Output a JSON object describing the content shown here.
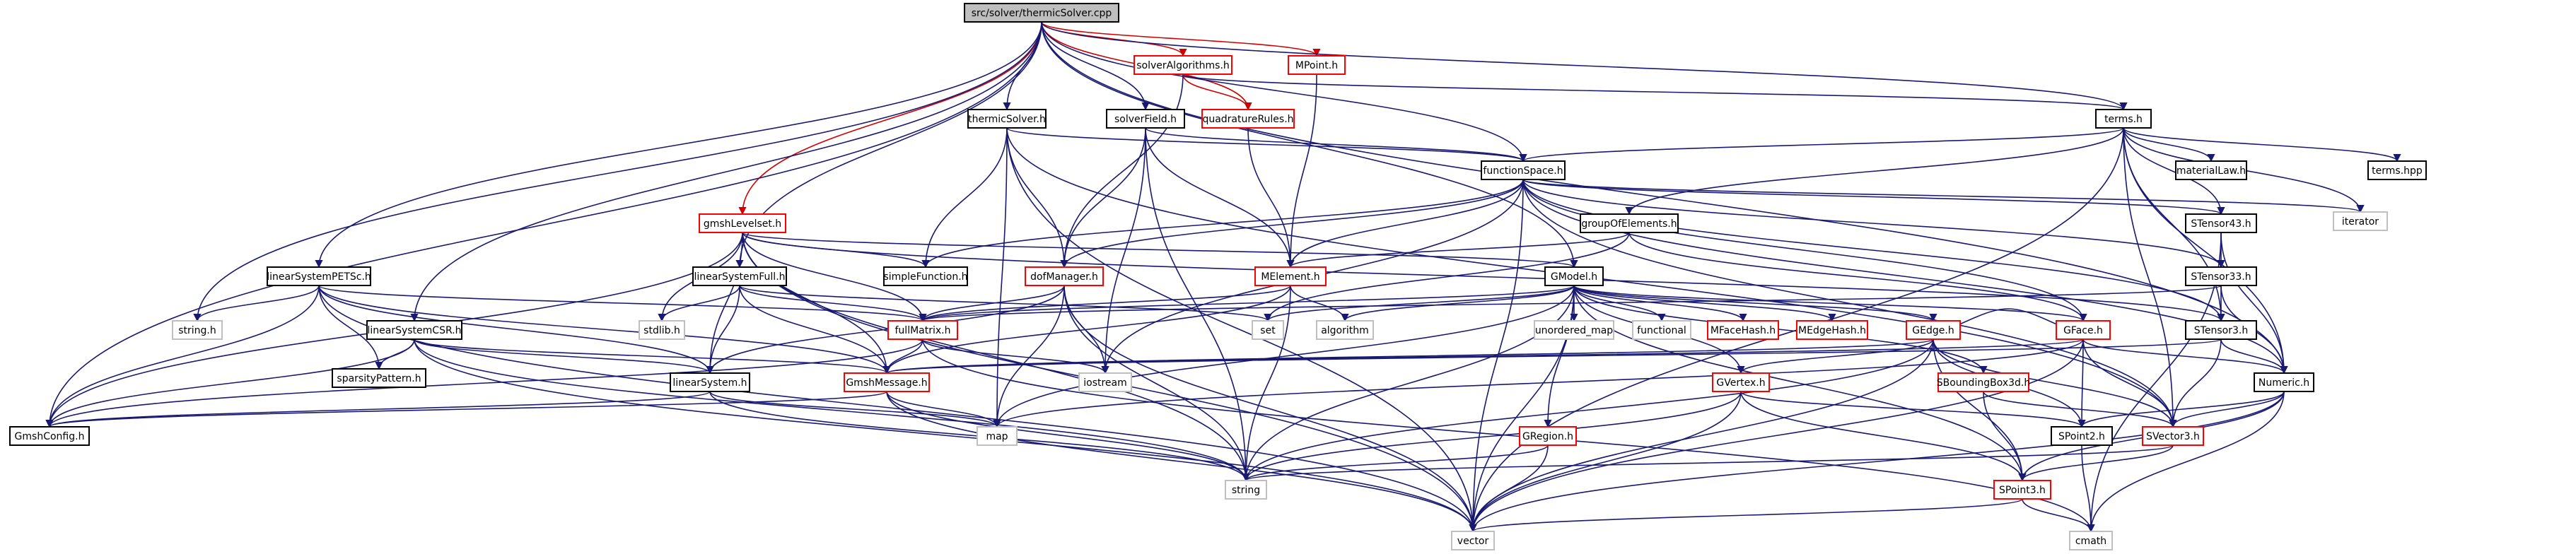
{
  "diagram": {
    "colors": {
      "root_fill": "#bfbfbf",
      "border_black": "#000000",
      "border_red": "#ff0000",
      "border_gray": "#bfbfbf",
      "edge_blue": "#191970",
      "edge_red": "#d00000"
    },
    "nodes": [
      {
        "id": "root",
        "label": "src/solver/thermicSolver.cpp",
        "style": "root"
      },
      {
        "id": "solverAlgorithms",
        "label": "solverAlgorithms.h",
        "style": "red"
      },
      {
        "id": "MPoint",
        "label": "MPoint.h",
        "style": "red"
      },
      {
        "id": "quadratureRules",
        "label": "quadratureRules.h",
        "style": "red"
      },
      {
        "id": "terms",
        "label": "terms.h",
        "style": "black"
      },
      {
        "id": "thermicSolver",
        "label": "thermicSolver.h",
        "style": "black"
      },
      {
        "id": "solverField",
        "label": "solverField.h",
        "style": "black"
      },
      {
        "id": "functionSpace",
        "label": "functionSpace.h",
        "style": "black"
      },
      {
        "id": "materialLaw",
        "label": "materialLaw.h",
        "style": "black"
      },
      {
        "id": "termshpp",
        "label": "terms.hpp",
        "style": "black"
      },
      {
        "id": "iterator",
        "label": "iterator",
        "style": "gray"
      },
      {
        "id": "gmshLevelset",
        "label": "gmshLevelset.h",
        "style": "red"
      },
      {
        "id": "groupOfElements",
        "label": "groupOfElements.h",
        "style": "black"
      },
      {
        "id": "STensor43",
        "label": "STensor43.h",
        "style": "black"
      },
      {
        "id": "linearSystemPETSc",
        "label": "linearSystemPETSc.h",
        "style": "black"
      },
      {
        "id": "linearSystemFull",
        "label": "linearSystemFull.h",
        "style": "black"
      },
      {
        "id": "simpleFunction",
        "label": "simpleFunction.h",
        "style": "black"
      },
      {
        "id": "dofManager",
        "label": "dofManager.h",
        "style": "red"
      },
      {
        "id": "MElement",
        "label": "MElement.h",
        "style": "red"
      },
      {
        "id": "GModel",
        "label": "GModel.h",
        "style": "black"
      },
      {
        "id": "STensor33",
        "label": "STensor33.h",
        "style": "black"
      },
      {
        "id": "stringh",
        "label": "string.h",
        "style": "gray"
      },
      {
        "id": "stdlib",
        "label": "stdlib.h",
        "style": "gray"
      },
      {
        "id": "set",
        "label": "set",
        "style": "gray"
      },
      {
        "id": "algorithm",
        "label": "algorithm",
        "style": "gray"
      },
      {
        "id": "unordered_map",
        "label": "unordered_map",
        "style": "gray"
      },
      {
        "id": "functional",
        "label": "functional",
        "style": "gray"
      },
      {
        "id": "MFaceHash",
        "label": "MFaceHash.h",
        "style": "red"
      },
      {
        "id": "MEdgeHash",
        "label": "MEdgeHash.h",
        "style": "red"
      },
      {
        "id": "GEdge",
        "label": "GEdge.h",
        "style": "red"
      },
      {
        "id": "GFace",
        "label": "GFace.h",
        "style": "red"
      },
      {
        "id": "STensor3",
        "label": "STensor3.h",
        "style": "black"
      },
      {
        "id": "linearSystemCSR",
        "label": "linearSystemCSR.h",
        "style": "black"
      },
      {
        "id": "fullMatrix",
        "label": "fullMatrix.h",
        "style": "red"
      },
      {
        "id": "sparsityPattern",
        "label": "sparsityPattern.h",
        "style": "black"
      },
      {
        "id": "linearSystem",
        "label": "linearSystem.h",
        "style": "black"
      },
      {
        "id": "GmshMessage",
        "label": "GmshMessage.h",
        "style": "red"
      },
      {
        "id": "iostream",
        "label": "iostream",
        "style": "gray"
      },
      {
        "id": "GVertex",
        "label": "GVertex.h",
        "style": "red"
      },
      {
        "id": "SBoundingBox3d",
        "label": "SBoundingBox3d.h",
        "style": "red"
      },
      {
        "id": "Numeric",
        "label": "Numeric.h",
        "style": "black"
      },
      {
        "id": "GmshConfig",
        "label": "GmshConfig.h",
        "style": "black"
      },
      {
        "id": "map",
        "label": "map",
        "style": "gray"
      },
      {
        "id": "GRegion",
        "label": "GRegion.h",
        "style": "red"
      },
      {
        "id": "SPoint2",
        "label": "SPoint2.h",
        "style": "black"
      },
      {
        "id": "SVector3",
        "label": "SVector3.h",
        "style": "red"
      },
      {
        "id": "string",
        "label": "string",
        "style": "gray"
      },
      {
        "id": "SPoint3",
        "label": "SPoint3.h",
        "style": "red"
      },
      {
        "id": "vector",
        "label": "vector",
        "style": "gray"
      },
      {
        "id": "cmath",
        "label": "cmath",
        "style": "gray"
      }
    ],
    "edges": [
      [
        "root",
        "solverAlgorithms",
        1
      ],
      [
        "root",
        "MPoint",
        1
      ],
      [
        "root",
        "quadratureRules",
        1
      ],
      [
        "root",
        "terms",
        0
      ],
      [
        "root",
        "thermicSolver",
        0
      ],
      [
        "root",
        "solverField",
        0
      ],
      [
        "root",
        "functionSpace",
        0
      ],
      [
        "root",
        "gmshLevelset",
        1
      ],
      [
        "root",
        "linearSystemPETSc",
        0
      ],
      [
        "root",
        "linearSystemFull",
        0
      ],
      [
        "root",
        "GModel",
        0
      ],
      [
        "root",
        "linearSystemCSR",
        0
      ],
      [
        "root",
        "stringh",
        0
      ],
      [
        "root",
        "GmshConfig",
        0
      ],
      [
        "root",
        "Numeric",
        0
      ],
      [
        "solverAlgorithms",
        "quadratureRules",
        1
      ],
      [
        "solverAlgorithms",
        "dofManager",
        0
      ],
      [
        "solverAlgorithms",
        "terms",
        0
      ],
      [
        "MPoint",
        "MElement",
        0
      ],
      [
        "quadratureRules",
        "MElement",
        0
      ],
      [
        "terms",
        "functionSpace",
        0
      ],
      [
        "terms",
        "materialLaw",
        0
      ],
      [
        "terms",
        "termshpp",
        0
      ],
      [
        "terms",
        "iterator",
        0
      ],
      [
        "terms",
        "STensor43",
        0
      ],
      [
        "terms",
        "STensor3",
        0
      ],
      [
        "terms",
        "Numeric",
        0
      ],
      [
        "terms",
        "SVector3",
        0
      ],
      [
        "terms",
        "groupOfElements",
        0
      ],
      [
        "terms",
        "vector",
        0
      ],
      [
        "thermicSolver",
        "functionSpace",
        0
      ],
      [
        "thermicSolver",
        "dofManager",
        0
      ],
      [
        "thermicSolver",
        "simpleFunction",
        0
      ],
      [
        "thermicSolver",
        "map",
        0
      ],
      [
        "thermicSolver",
        "vector",
        0
      ],
      [
        "thermicSolver",
        "SVector3",
        0
      ],
      [
        "solverField",
        "functionSpace",
        0
      ],
      [
        "solverField",
        "dofManager",
        0
      ],
      [
        "solverField",
        "MElement",
        0
      ],
      [
        "solverField",
        "iostream",
        0
      ],
      [
        "solverField",
        "string",
        0
      ],
      [
        "functionSpace",
        "iterator",
        0
      ],
      [
        "functionSpace",
        "STensor43",
        0
      ],
      [
        "functionSpace",
        "STensor33",
        0
      ],
      [
        "functionSpace",
        "STensor3",
        0
      ],
      [
        "functionSpace",
        "Numeric",
        0
      ],
      [
        "functionSpace",
        "SVector3",
        0
      ],
      [
        "functionSpace",
        "MElement",
        0
      ],
      [
        "functionSpace",
        "dofManager",
        0
      ],
      [
        "functionSpace",
        "simpleFunction",
        0
      ],
      [
        "functionSpace",
        "GFace",
        0
      ],
      [
        "functionSpace",
        "vector",
        0
      ],
      [
        "functionSpace",
        "iostream",
        0
      ],
      [
        "gmshLevelset",
        "simpleFunction",
        0
      ],
      [
        "gmshLevelset",
        "fullMatrix",
        0
      ],
      [
        "gmshLevelset",
        "GModel",
        0
      ],
      [
        "gmshLevelset",
        "GmshConfig",
        0
      ],
      [
        "gmshLevelset",
        "stdlib",
        0
      ],
      [
        "gmshLevelset",
        "linearSystem",
        0
      ],
      [
        "gmshLevelset",
        "GmshMessage",
        0
      ],
      [
        "gmshLevelset",
        "vector",
        0
      ],
      [
        "gmshLevelset",
        "STensor3",
        0
      ],
      [
        "gmshLevelset",
        "string",
        0
      ],
      [
        "groupOfElements",
        "MElement",
        0
      ],
      [
        "groupOfElements",
        "GFace",
        0
      ],
      [
        "groupOfElements",
        "set",
        0
      ],
      [
        "STensor43",
        "STensor33",
        0
      ],
      [
        "STensor43",
        "Numeric",
        0
      ],
      [
        "STensor43",
        "cmath",
        0
      ],
      [
        "linearSystemPETSc",
        "fullMatrix",
        0
      ],
      [
        "linearSystemPETSc",
        "linearSystem",
        0
      ],
      [
        "linearSystemPETSc",
        "sparsityPattern",
        0
      ],
      [
        "linearSystemPETSc",
        "GmshConfig",
        0
      ],
      [
        "linearSystemPETSc",
        "stringh",
        0
      ],
      [
        "linearSystemPETSc",
        "GmshMessage",
        0
      ],
      [
        "linearSystemPETSc",
        "vector",
        0
      ],
      [
        "linearSystemFull",
        "linearSystem",
        0
      ],
      [
        "linearSystemFull",
        "fullMatrix",
        0
      ],
      [
        "linearSystemFull",
        "GmshMessage",
        0
      ],
      [
        "linearSystemFull",
        "stdlib",
        0
      ],
      [
        "linearSystemFull",
        "set",
        0
      ],
      [
        "dofManager",
        "fullMatrix",
        0
      ],
      [
        "dofManager",
        "linearSystem",
        0
      ],
      [
        "dofManager",
        "map",
        0
      ],
      [
        "dofManager",
        "iostream",
        0
      ],
      [
        "dofManager",
        "string",
        0
      ],
      [
        "dofManager",
        "vector",
        0
      ],
      [
        "MElement",
        "fullMatrix",
        0
      ],
      [
        "MElement",
        "GmshMessage",
        0
      ],
      [
        "MElement",
        "algorithm",
        0
      ],
      [
        "MElement",
        "string",
        0
      ],
      [
        "GModel",
        "set",
        0
      ],
      [
        "GModel",
        "algorithm",
        0
      ],
      [
        "GModel",
        "unordered_map",
        0
      ],
      [
        "GModel",
        "functional",
        0
      ],
      [
        "GModel",
        "MFaceHash",
        0
      ],
      [
        "GModel",
        "MEdgeHash",
        0
      ],
      [
        "GModel",
        "GEdge",
        0
      ],
      [
        "GModel",
        "GFace",
        0
      ],
      [
        "GModel",
        "GVertex",
        0
      ],
      [
        "GModel",
        "GRegion",
        0
      ],
      [
        "GModel",
        "SBoundingBox3d",
        0
      ],
      [
        "GModel",
        "SPoint3",
        0
      ],
      [
        "GModel",
        "map",
        0
      ],
      [
        "GModel",
        "string",
        0
      ],
      [
        "GModel",
        "vector",
        0
      ],
      [
        "GModel",
        "fullMatrix",
        0
      ],
      [
        "STensor33",
        "STensor3",
        0
      ],
      [
        "STensor33",
        "Numeric",
        0
      ],
      [
        "STensor33",
        "fullMatrix",
        0
      ],
      [
        "GEdge",
        "GVertex",
        0
      ],
      [
        "GEdge",
        "SPoint2",
        0
      ],
      [
        "GEdge",
        "SVector3",
        0
      ],
      [
        "GEdge",
        "SPoint3",
        0
      ],
      [
        "GEdge",
        "GmshMessage",
        0
      ],
      [
        "GEdge",
        "string",
        0
      ],
      [
        "GEdge",
        "vector",
        0
      ],
      [
        "GFace",
        "GEdge",
        0
      ],
      [
        "GFace",
        "SPoint2",
        0
      ],
      [
        "GFace",
        "SVector3",
        0
      ],
      [
        "GFace",
        "Numeric",
        0
      ],
      [
        "GFace",
        "GmshMessage",
        0
      ],
      [
        "GFace",
        "vector",
        0
      ],
      [
        "GFace",
        "map",
        0
      ],
      [
        "STensor3",
        "Numeric",
        0
      ],
      [
        "STensor3",
        "SVector3",
        0
      ],
      [
        "STensor3",
        "GmshMessage",
        0
      ],
      [
        "linearSystemCSR",
        "sparsityPattern",
        0
      ],
      [
        "linearSystemCSR",
        "linearSystem",
        0
      ],
      [
        "linearSystemCSR",
        "GmshConfig",
        0
      ],
      [
        "linearSystemCSR",
        "GmshMessage",
        0
      ],
      [
        "linearSystemCSR",
        "vector",
        0
      ],
      [
        "linearSystemCSR",
        "string",
        0
      ],
      [
        "fullMatrix",
        "GmshMessage",
        0
      ],
      [
        "fullMatrix",
        "GmshConfig",
        0
      ],
      [
        "fullMatrix",
        "iostream",
        0
      ],
      [
        "fullMatrix",
        "cmath",
        0
      ],
      [
        "linearSystem",
        "GmshConfig",
        0
      ],
      [
        "linearSystem",
        "map",
        0
      ],
      [
        "linearSystem",
        "string",
        0
      ],
      [
        "GmshMessage",
        "GmshConfig",
        0
      ],
      [
        "GmshMessage",
        "map",
        0
      ],
      [
        "GmshMessage",
        "string",
        0
      ],
      [
        "GmshMessage",
        "vector",
        0
      ],
      [
        "GVertex",
        "SPoint2",
        0
      ],
      [
        "GVertex",
        "SPoint3",
        0
      ],
      [
        "GVertex",
        "string",
        0
      ],
      [
        "GVertex",
        "vector",
        0
      ],
      [
        "SBoundingBox3d",
        "SPoint3",
        0
      ],
      [
        "SBoundingBox3d",
        "SVector3",
        0
      ],
      [
        "Numeric",
        "SPoint2",
        0
      ],
      [
        "Numeric",
        "SVector3",
        0
      ],
      [
        "Numeric",
        "SPoint3",
        0
      ],
      [
        "Numeric",
        "vector",
        0
      ],
      [
        "Numeric",
        "cmath",
        0
      ],
      [
        "GRegion",
        "string",
        0
      ],
      [
        "GRegion",
        "vector",
        0
      ],
      [
        "SPoint2",
        "cmath",
        0
      ],
      [
        "SVector3",
        "SPoint3",
        0
      ],
      [
        "SVector3",
        "string",
        0
      ],
      [
        "SPoint3",
        "cmath",
        0
      ],
      [
        "SPoint3",
        "vector",
        0
      ]
    ]
  }
}
